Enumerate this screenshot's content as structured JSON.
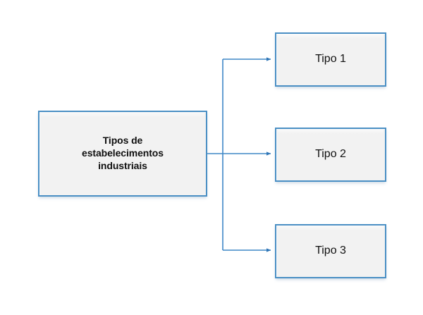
{
  "diagram": {
    "title": "Tipos de estabelecimentos industriais",
    "type": "hierarchy",
    "background_color": "#ffffff",
    "root": {
      "id": "root",
      "label": "Tipos de\nestabelecimentos\nindustriais",
      "fill_color": "#f2f2f2",
      "border_color": "#4a8fc4",
      "text_color": "#101010",
      "bold": true
    },
    "children": [
      {
        "id": "tipo-1",
        "label": "Tipo 1",
        "fill_color": "#f2f2f2",
        "border_color": "#4a8fc4",
        "text_color": "#101010",
        "bold": false
      },
      {
        "id": "tipo-2",
        "label": "Tipo 2",
        "fill_color": "#f2f2f2",
        "border_color": "#4a8fc4",
        "text_color": "#101010",
        "bold": false
      },
      {
        "id": "tipo-3",
        "label": "Tipo 3",
        "fill_color": "#f2f2f2",
        "border_color": "#4a8fc4",
        "text_color": "#101010",
        "bold": false
      }
    ],
    "connectors": {
      "line_color": "#3f87c6",
      "arrow_color": "#2e75b6",
      "line_width": 1.6,
      "style": "elbow-with-arrowheads"
    }
  }
}
